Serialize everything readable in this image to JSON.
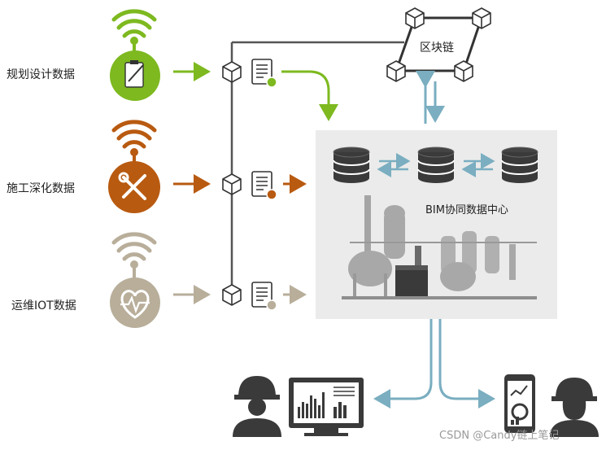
{
  "sources": [
    {
      "label": "规划设计数据",
      "color": "#7db91f",
      "icon": "clipboard-pen-icon"
    },
    {
      "label": "施工深化数据",
      "color": "#b85a10",
      "icon": "wrench-screwdriver-icon"
    },
    {
      "label": "运维IOT数据",
      "color": "#b8ae9a",
      "icon": "heart-pulse-icon"
    }
  ],
  "blockchain": {
    "label": "区块链"
  },
  "data_center": {
    "label": "BIM协同数据中心",
    "background": "#ebebeb"
  },
  "colors": {
    "flow_teal": "#7aaec0",
    "line_dark": "#555555",
    "icon_dark": "#3a3a3a"
  },
  "watermark": "CSDN @Candy链上笔记"
}
